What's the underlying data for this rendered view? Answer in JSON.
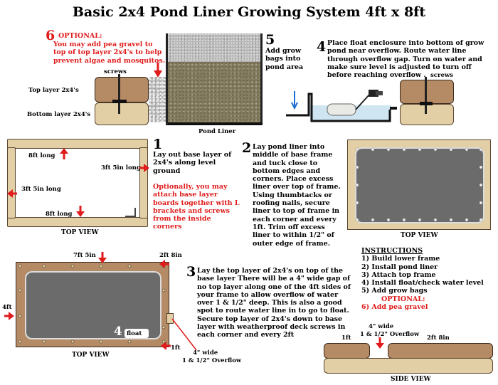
{
  "title": "Basic 2x4 Pond Liner Growing System 4ft x 8ft",
  "step6": {
    "num": "6",
    "heading": "OPTIONAL:",
    "text": "You may add pea gravel to top of top layer 2x4's to help prevent algae and mosquitos."
  },
  "step5": {
    "num": "5",
    "text": "Add grow bags into pond area"
  },
  "step4": {
    "num": "4",
    "text": "Place float enclosure into bottom of grow pond near overflow.  Route water line through overflow gap.  Turn on water and make sure level is adjusted to turn off before reaching overflow ."
  },
  "cross_section": {
    "screws_left": "screws",
    "screws_right": "screws",
    "top_layer": "Top layer 2x4's",
    "bottom_layer": "Bottom layer 2x4's",
    "pond_liner": "Pond Liner"
  },
  "step1": {
    "num": "1",
    "text": "Lay out base layer of 2x4's along level ground",
    "optional": "Optionally, you may attach base layer boards together with L brackets and screws from the inside corners",
    "dims": {
      "top": "8ft long",
      "bottom": "8ft long",
      "right": "3ft 5in long",
      "left": "3ft 5in long"
    },
    "view": "TOP VIEW"
  },
  "step2": {
    "num": "2",
    "text": "Lay pond liner into middle of base frame and tuck close to bottom edges and corners.  Place excess liner over top of frame.  Using thumbtacks or roofing nails, secure liner to top of frame in each corner and every 1ft.  Trim off excess liner to within 1/2\" of outer edge of frame.",
    "view": "TOP VIEW"
  },
  "step3": {
    "num": "3",
    "text": "Lay the top layer of 2x4's on top of the base layer  There will be a 4\" wide gap of no top layer along one of the 4ft sides of your frame to allow overflow of water over 1 & 1/2\" deep.  This is also a good spot to route water line in to go to float.  Secure top layer of 2x4's down to base layer with weatherproof deck screws in each corner and every 2ft",
    "dims": {
      "top": "7ft 5in",
      "right": "2ft 8in",
      "left": "4ft",
      "bottom_right": "1ft"
    },
    "float_num": "4",
    "float_label": "float",
    "overflow_1": "4\" wide",
    "overflow_2": "1 & 1/2\" Overflow",
    "view": "TOP VIEW"
  },
  "instructions": {
    "heading": "INSTRUCTIONS",
    "items": [
      "1) Build lower frame",
      "2) Install pond liner",
      "3) Attach top frame",
      "4) Install float/check water level",
      "5) Add grow bags"
    ],
    "optional_heading": "OPTIONAL:",
    "optional_item": "6) Add pea gravel"
  },
  "side_view": {
    "overflow_1": "4\" wide",
    "overflow_2": "1 & 1/2\" Overflow",
    "left_dim": "1ft",
    "right_dim": "2ft 8in",
    "view": "SIDE VIEW"
  },
  "colors": {
    "red": "#e01b1b",
    "wood": "#b58b66",
    "wood_light": "#e2cfa5",
    "liner": "#6b6b6b",
    "water": "#cfe6f2"
  }
}
